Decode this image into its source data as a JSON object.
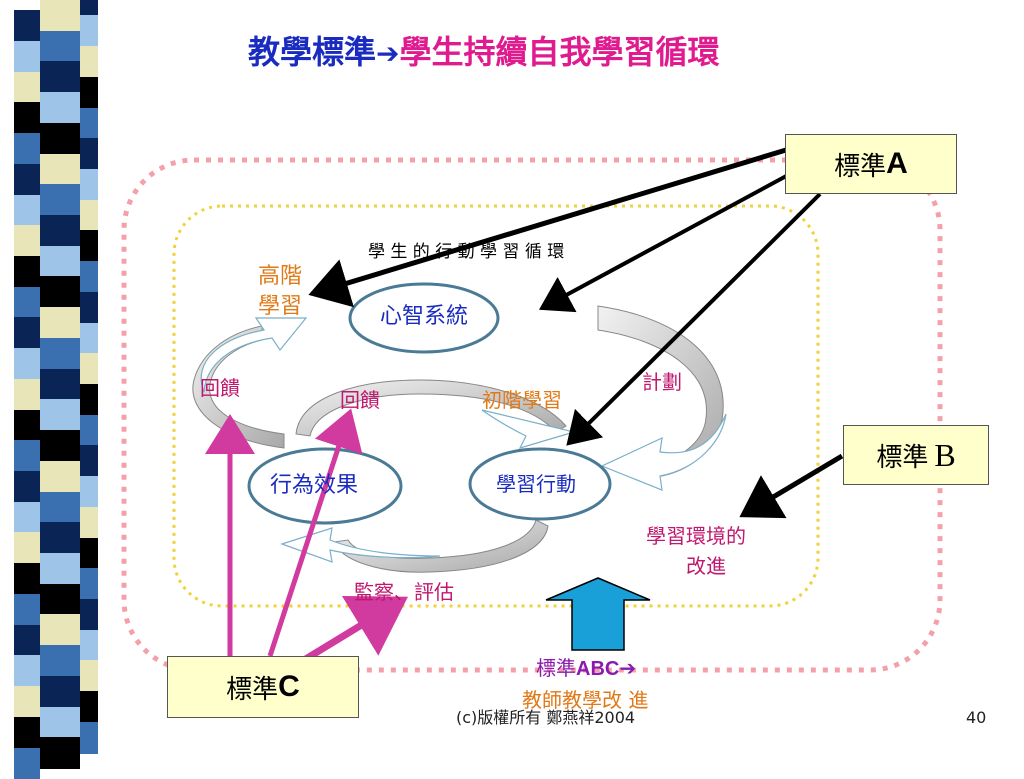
{
  "title": {
    "part1": "教學標準",
    "arrow": "➔",
    "part2": "學生持續自我學習循環"
  },
  "standards": {
    "a_prefix": "標準",
    "a_letter": "A",
    "b_prefix": "標準 ",
    "b_letter": "B",
    "c_prefix": "標準",
    "c_letter": "C"
  },
  "cycle": {
    "heading": "學 生 的 行 動 學 習 循 環",
    "higher_learning_line1": "高階",
    "higher_learning_line2": "學習",
    "mind_system": "心智系統",
    "feedback_outer": "回饋",
    "feedback_inner": "回饋",
    "basic_learning": "初階學習",
    "planning": "計劃",
    "behavior_result": "行為效果",
    "learning_action": "學習行動",
    "monitor_assess": "監察、評估",
    "env_improve_line1": "學習環境的",
    "env_improve_line2": "改進"
  },
  "bottom_note": {
    "line1_prefix": "標準",
    "line1_bold": "ABC",
    "line1_arrow": "➔",
    "line2": "教師教學改 進"
  },
  "footer": {
    "copyright": "(c)版權所有 鄭燕祥2004",
    "page_number": "40"
  },
  "colors": {
    "strip_dark": "#0a2456",
    "strip_mid": "#3a6fb0",
    "strip_light": "#9ec4e8",
    "strip_cream": "#e8e6b8",
    "strip_black": "#000000",
    "outer_dashed": "#f4a0a8",
    "inner_dashed": "#f2d23a",
    "magenta_arrow": "#d13a9e",
    "up_arrow": "#1aa0d8"
  }
}
